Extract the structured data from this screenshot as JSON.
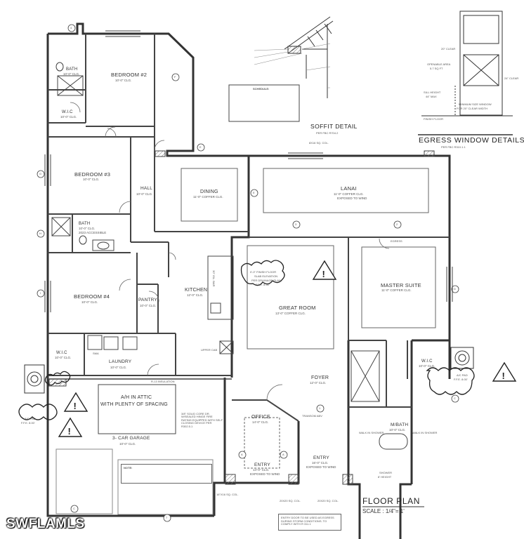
{
  "rooms": {
    "bedroom2": {
      "name": "BEDROOM #2",
      "ceiling": "10'-0\" CLG."
    },
    "bath_upper": {
      "name": "BATH",
      "ceiling": "10'-0\" CLG."
    },
    "wic_upper": {
      "name": "W.I.C",
      "ceiling": "10'-0\" CLG."
    },
    "bedroom3": {
      "name": "BEDROOM #3",
      "ceiling": "10'-0\" CLG."
    },
    "hall": {
      "name": "HALL",
      "ceiling": "10'-0\" CLG."
    },
    "bath2": {
      "name": "BATH",
      "ceiling": "10'-0\" CLG.",
      "note": "2023 ACCESSIBLE"
    },
    "bedroom4": {
      "name": "BEDROOM #4",
      "ceiling": "10'-0\" CLG."
    },
    "pantry": {
      "name": "PANTRY",
      "ceiling": "10'-0\" CLG."
    },
    "wic_lower": {
      "name": "W.I.C",
      "ceiling": "10'-0\" CLG."
    },
    "laundry": {
      "name": "LAUNDRY",
      "ceiling": "10'-0\" CLG."
    },
    "dining": {
      "name": "DINING",
      "ceiling": "11'-0\" COFFER CLG."
    },
    "kitchen": {
      "name": "KITCHEN",
      "ceiling": "12'-0\" CLG."
    },
    "great_room": {
      "name": "GREAT ROOM",
      "ceiling": "13'-0\" COFFER CLG."
    },
    "lanai": {
      "name": "LANAI",
      "ceiling": "11'-0\" COFFER CLG.",
      "note": "EXPOSED TO WIND"
    },
    "master_suite": {
      "name": "MASTER SUITE",
      "ceiling": "11'-0\" COFFER CLG."
    },
    "wic_master": {
      "name": "W.I.C",
      "ceiling": "10'-0\" CLG."
    },
    "foyer": {
      "name": "FOYER",
      "ceiling": "12'-0\" CLG."
    },
    "office": {
      "name": "OFFICE",
      "ceiling": "14'-0\" CLG."
    },
    "entry_left": {
      "name": "ENTRY",
      "ceiling": "14'-0\" CLG.",
      "note": "EXPOSED TO WIND"
    },
    "entry_right": {
      "name": "ENTRY",
      "ceiling": "16'-0\" CLG.",
      "note": "EXPOSED TO WIND"
    },
    "mbath": {
      "name": "M/BATH",
      "ceiling": "10'-0\" CLG."
    },
    "walk_in_shower_left": {
      "name": "WALK IN SHOWER"
    },
    "walk_in_shower_right": {
      "name": "WALK IN SHOWER"
    },
    "shower": {
      "name": "SHOWER",
      "ceiling": "8' HEIGHT"
    },
    "garage": {
      "name": "3- CAR GARAGE",
      "ceiling": "10'-0\" CLG."
    }
  },
  "attic": {
    "line1": "A/H IN ATTIC",
    "line2": "WITH PLENTY OF SPACING"
  },
  "ac_pad_left": {
    "line1": "A/C PAD",
    "line2": "F.F.E. 8.00'"
  },
  "ac_pad_right": {
    "line1": "A/C PAD",
    "line2": "F.F.E. 8.00'"
  },
  "finish_floor": {
    "line1": "0'-0\" FINISH FLOOR",
    "line2": "SLAB ELEVATION",
    "line3": "PER DRAINAGE PLAN",
    "line4": "F.F.E. 8.50'"
  },
  "soffit": {
    "title": "SOFFIT DETAIL",
    "ref": "PER FBC R704.2",
    "schedule": "SCHEDULE:"
  },
  "egress": {
    "title": "EGRESS WINDOW DETAILS",
    "ref": "PER FBC R310.1.1",
    "openable_area": "OPENABLE AREA",
    "openable_value": "5.7 SQ FT",
    "clear_20": "20\" CLEAR",
    "clear_24": "24\" CLEAR",
    "min_size": "MINIMUM SIZE WINDOW",
    "min_size2": "FOR 20\" CLEAR WIDTH",
    "sill_height": "SILL HEIGHT",
    "sill_value": "44\" MAX",
    "finish_floor": "FINISH FLOOR"
  },
  "floor_plan": {
    "title": "FLOOR PLAN",
    "scale": "SCALE : 1/4\"= 1'"
  },
  "misc": {
    "upper_cab": "UPPER CAB",
    "island": "30\" ISL. BAR",
    "sma": "SMA",
    "r13_insulation": "R-13 INSULATION",
    "door_note": "3/8\" SOLID CORE DR. W/SEALED HINGE FIRE RATING EQUIPPED WITH SELF CLOSING DEVICE PER R302.5.1",
    "garage_note_title": "NOTE:",
    "transom": "TRANSOM ABV",
    "egress_tag": "EGRESS",
    "col_left": "16\"X16 SQ. COL.",
    "col_mid": "20X20 SQ. COL.",
    "col_right": "20X20 SQ. COL.",
    "col_top": "8X16 SQ. COL.",
    "entry_door_note": "ENTRY DOOR TO BE USED AS EGRESS DURING STORM CONDITIONS. TO COMPLY WITH R 311.1"
  },
  "grid_tags": [
    "A",
    "A",
    "E",
    "E",
    "F",
    "G",
    "H",
    "I",
    "C",
    "7",
    "4",
    "6",
    "2",
    "3",
    "8",
    "1",
    "D",
    "C"
  ],
  "watermark": "SWFLAMLS",
  "colors": {
    "line": "#2b2b2b",
    "wall": "#555555",
    "hatch": "#666666"
  }
}
